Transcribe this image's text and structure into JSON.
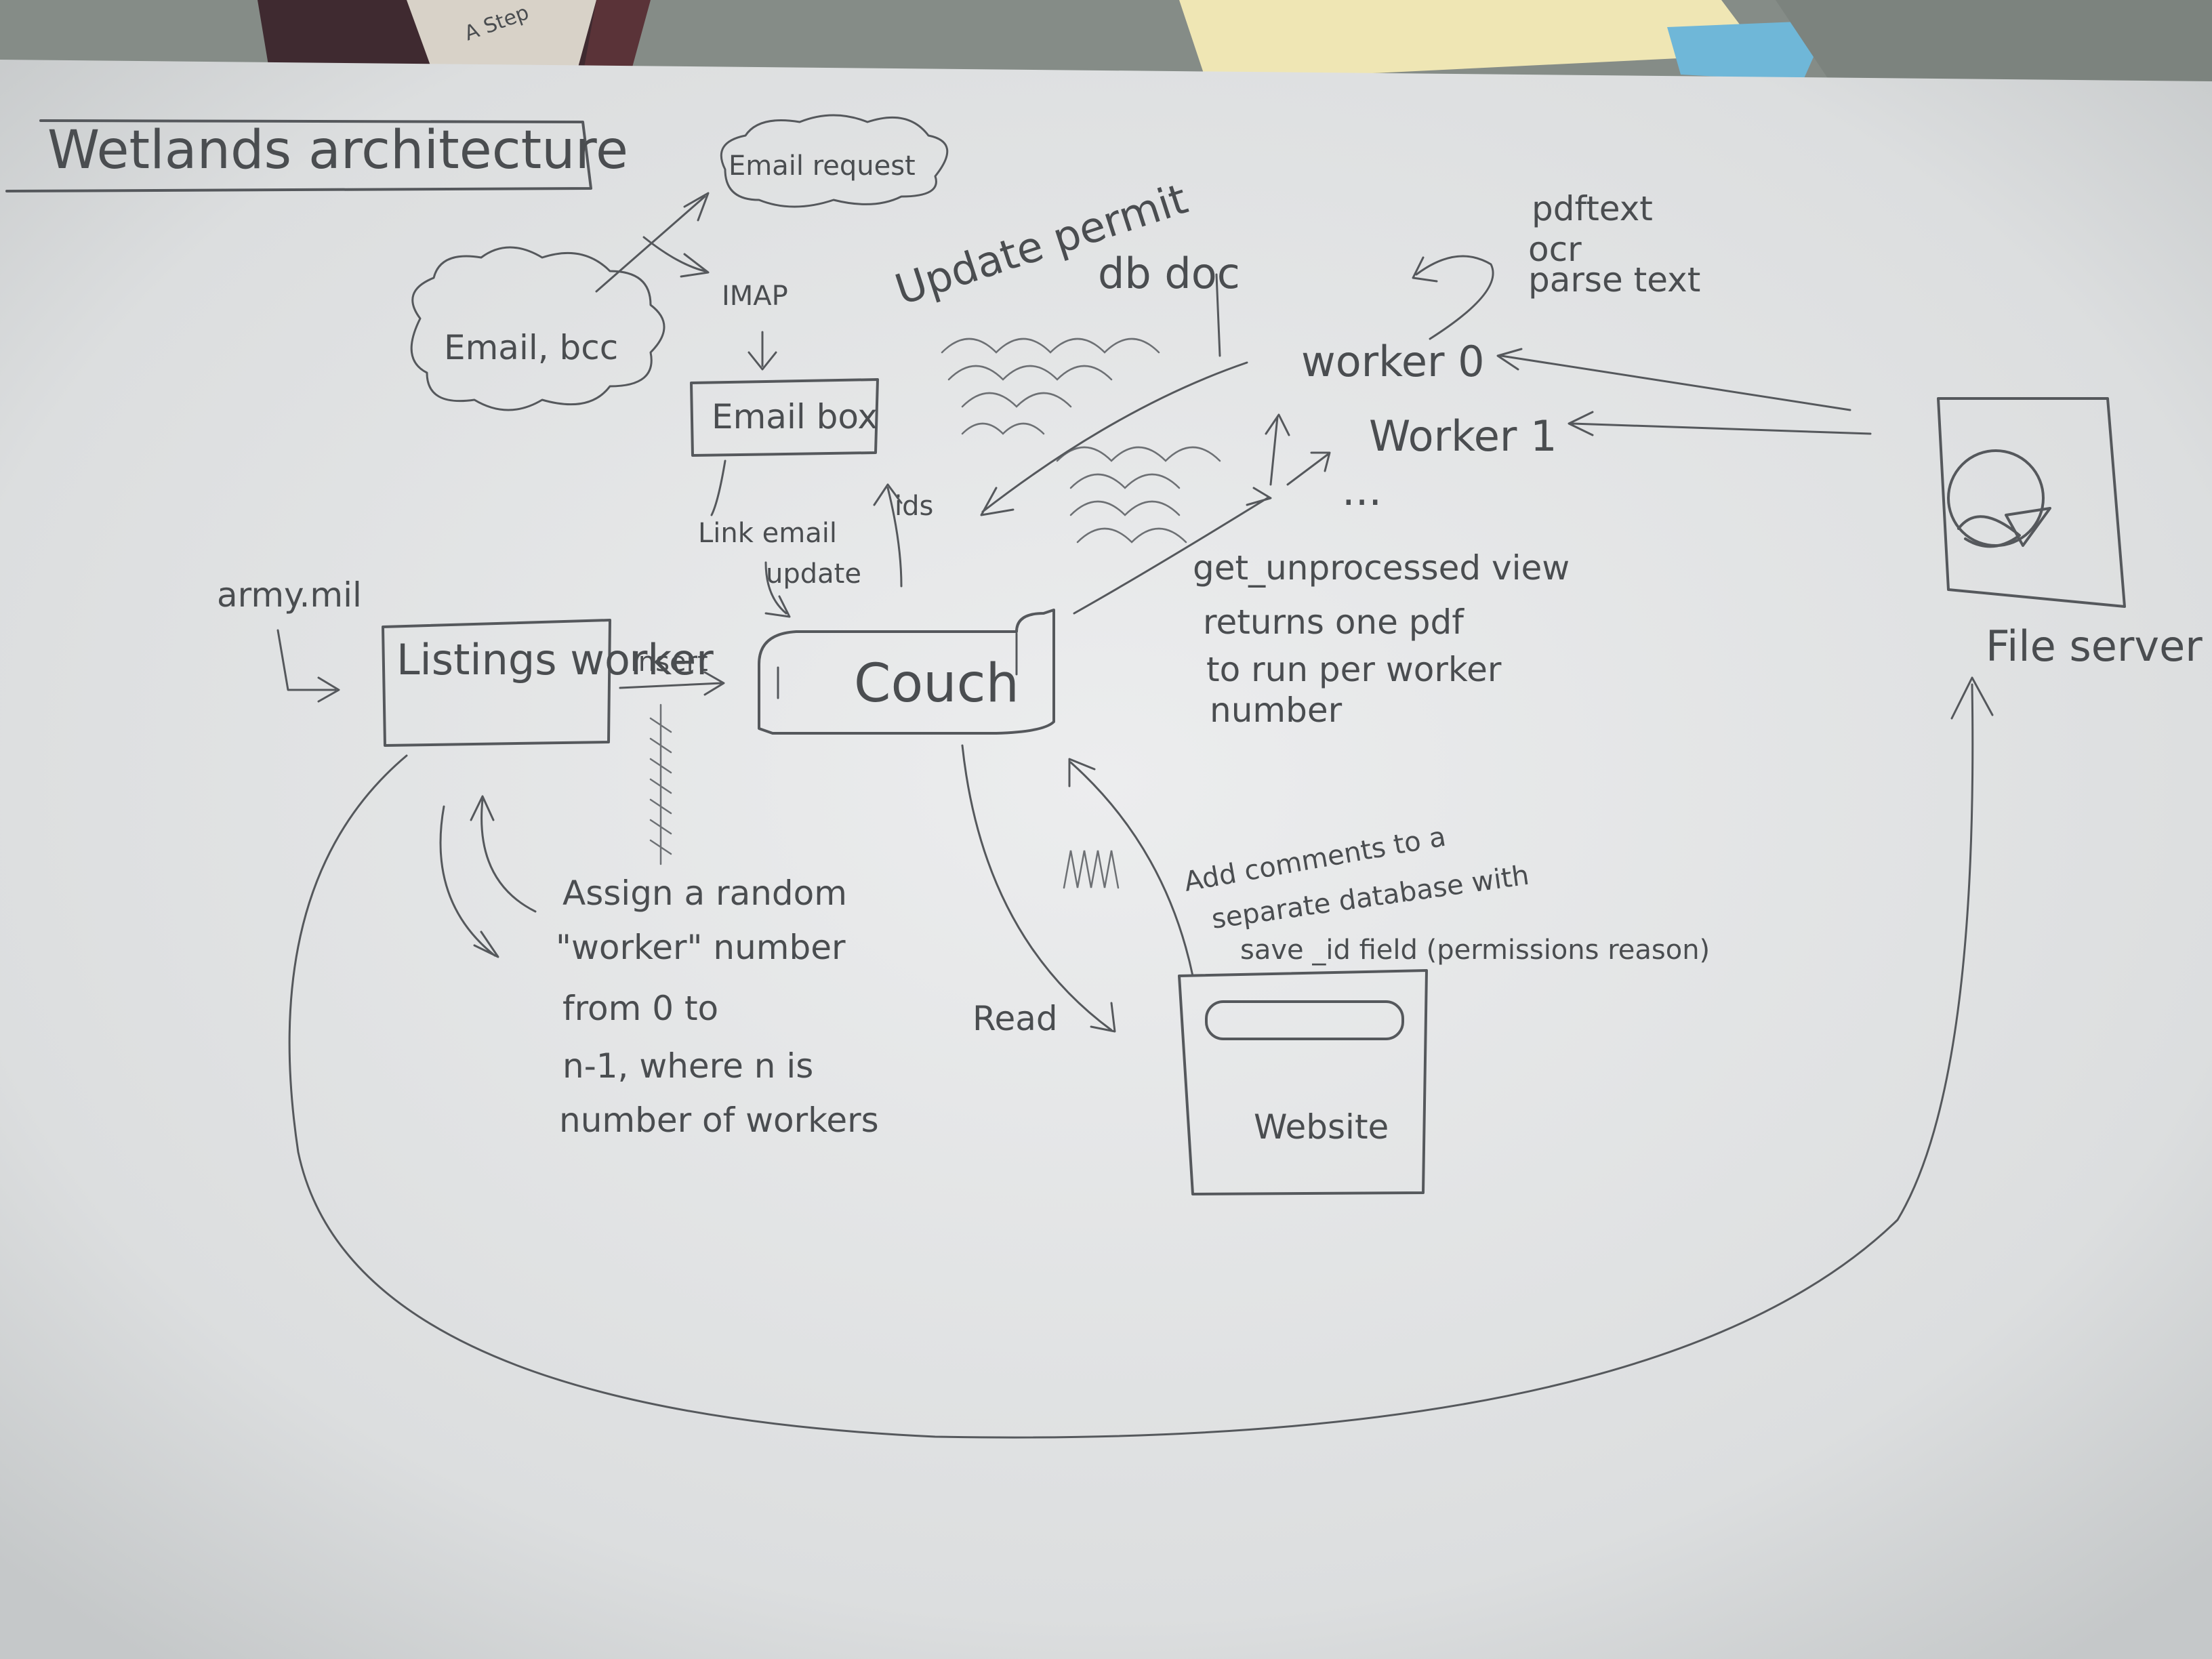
{
  "title": "Wetlands architecture",
  "nodes": {
    "email_bcc": "Email, bcc",
    "email_request": "Email request",
    "imap": "IMAP",
    "email_box": "Email box",
    "couch": "Couch",
    "listings_worker": "Listings worker",
    "website": "Website",
    "file_server": "File server",
    "worker0": "worker 0",
    "worker1": "Worker 1",
    "ellipsis": "...",
    "army_mil": "army.mil"
  },
  "labels": {
    "link_email_update": [
      "Link email",
      "update"
    ],
    "ids": "ids",
    "insert": "Insert",
    "read": "Read",
    "update_permit": [
      "Update permit",
      "db doc"
    ],
    "pdf_processing": [
      "pdftext",
      "ocr",
      "parse text"
    ],
    "get_unprocessed": [
      "get_unprocessed view",
      "returns one pdf",
      "to run per worker",
      "number"
    ],
    "assign_worker": [
      "Assign a random",
      "\"worker\" number",
      "from 0 to",
      "n-1, where n is",
      "number of workers"
    ],
    "add_comments": [
      "Add comments to a",
      "separate database with",
      "save _id field (permissions reason)"
    ]
  },
  "background_book_text": "A Step"
}
